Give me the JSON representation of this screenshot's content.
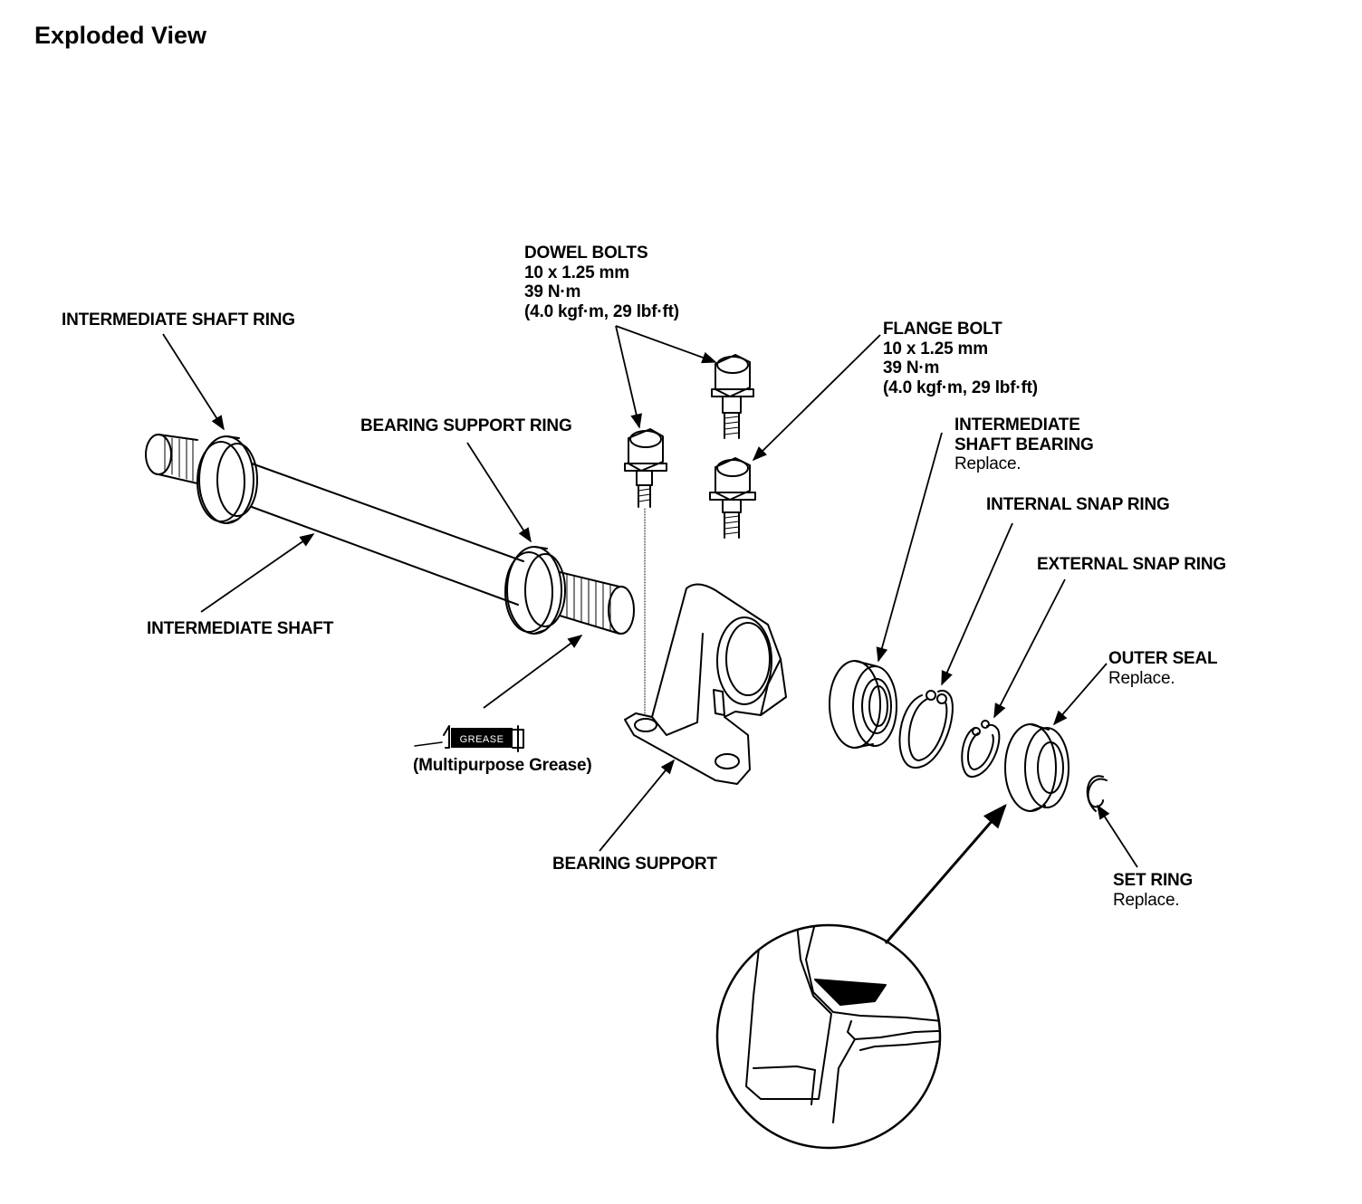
{
  "page_title": "Exploded View",
  "labels": {
    "intermediate_shaft_ring": "INTERMEDIATE SHAFT RING",
    "bearing_support_ring": "BEARING SUPPORT RING",
    "intermediate_shaft": "INTERMEDIATE SHAFT",
    "grease_symbol": "GREASE",
    "grease_note": "(Multipurpose Grease)",
    "bearing_support": "BEARING SUPPORT",
    "dowel_bolts": {
      "name": "DOWEL BOLTS",
      "size": "10 x 1.25 mm",
      "torque": "39 N·m",
      "torque_alt": "(4.0 kgf·m, 29 lbf·ft)"
    },
    "flange_bolt": {
      "name": "FLANGE BOLT",
      "size": "10 x 1.25 mm",
      "torque": "39 N·m",
      "torque_alt": "(4.0 kgf·m, 29 lbf·ft)"
    },
    "intermediate_shaft_bearing": {
      "line1": "INTERMEDIATE",
      "line2": "SHAFT BEARING",
      "note": "Replace."
    },
    "internal_snap_ring": "INTERNAL SNAP RING",
    "external_snap_ring": "EXTERNAL SNAP RING",
    "outer_seal": {
      "name": "OUTER SEAL",
      "note": "Replace."
    },
    "set_ring": {
      "name": "SET RING",
      "note": "Replace."
    }
  },
  "colors": {
    "ink": "#000000",
    "paper": "#ffffff",
    "shade": "#d9d9d9"
  }
}
